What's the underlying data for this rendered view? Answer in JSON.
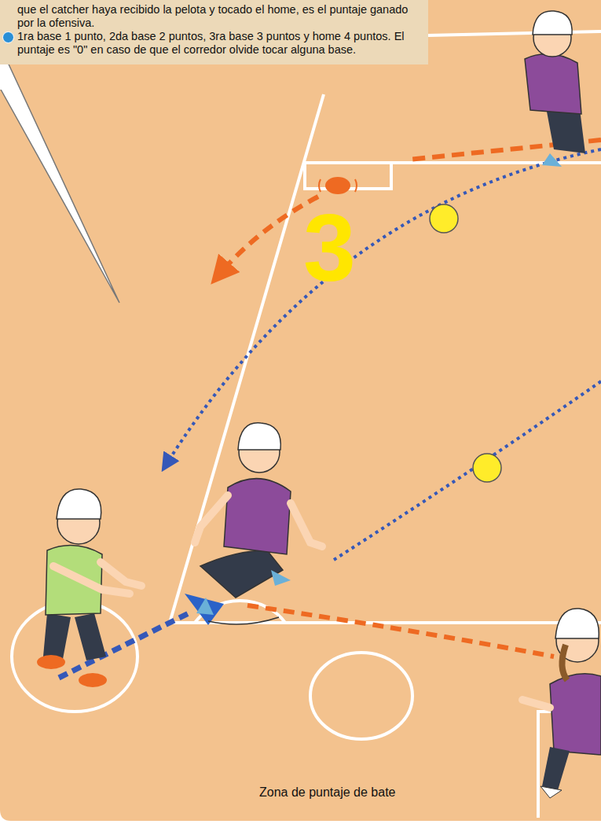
{
  "diagram": {
    "nodes": [
      {
        "text": [
          "que el catcher haya recibido la pelota y tocado el home, es el puntaje ganado por la ofensiva.",
          "1ra base 1 punto, 2da base 2 puntos, 3ra base 3 puntos y home 4 puntos. El puntaje es \"0\" en caso de que el corredor olvide tocar alguna base."
        ]
      }
    ],
    "labels": [
      "3",
      "Zona de puntaje de bate"
    ]
  }
}
